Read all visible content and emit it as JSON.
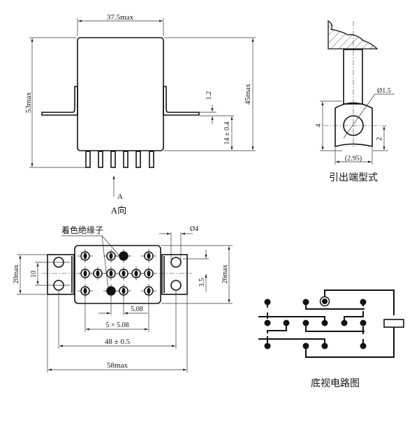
{
  "front_view": {
    "width_label": "37.5max",
    "total_height_label": "53max",
    "body_height_label": "45max",
    "flange_thickness_label": "1.2",
    "flange_height_label": "14 ± 0.4",
    "arrow_label": "A",
    "view_caption": "A向"
  },
  "terminal_detail": {
    "hole_diameter_label": "Ø1.5",
    "lug_height_label": "4",
    "hole_offset_label": "2",
    "lug_width_label": "(2.95)",
    "caption": "引出端型式"
  },
  "bottom_view": {
    "insulator_note": "着色绝缘子",
    "mount_hole_label": "Ø4",
    "flange_width_label": "20max",
    "hole_spacing_label": "10",
    "row_pitch_label": "3.5",
    "body_depth_label": "26max",
    "pin_pitch_label": "5.08",
    "pin_span_label": "5 × 5.08",
    "mount_spacing_label": "48 ± 0.5",
    "total_length_label": "58max"
  },
  "circuit": {
    "caption": "底视电路图"
  }
}
